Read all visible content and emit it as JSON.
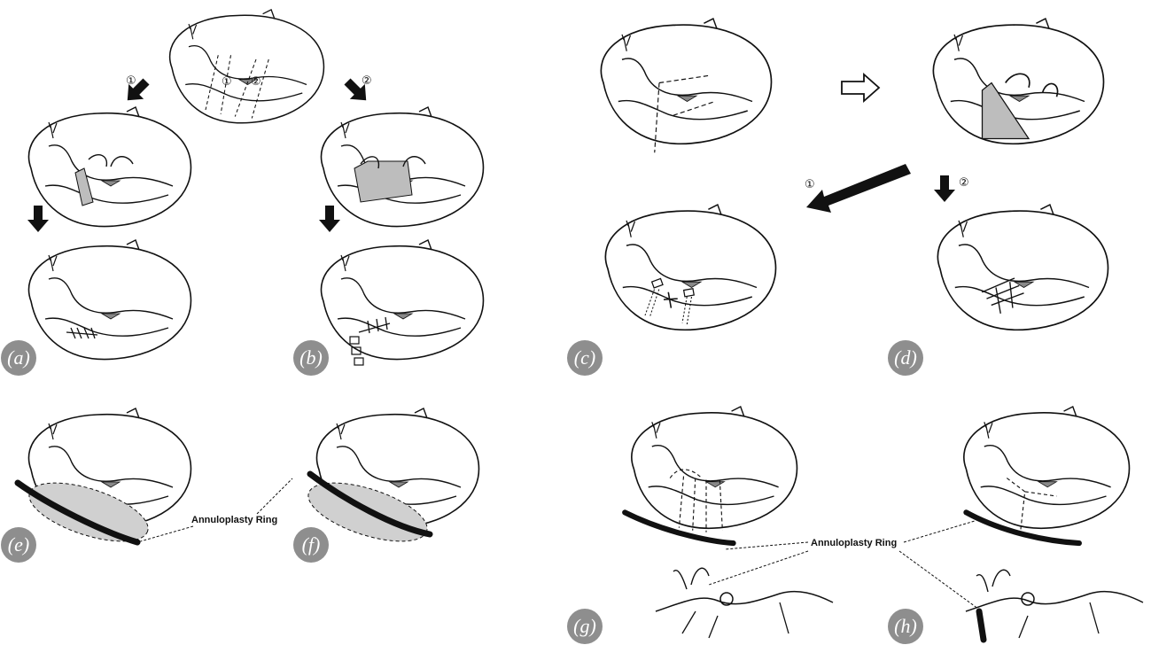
{
  "figure": {
    "step_marks": {
      "one": "①",
      "two": "②"
    },
    "panel_labels": [
      "(a)",
      "(b)",
      "(c)",
      "(d)",
      "(e)",
      "(f)",
      "(g)",
      "(h)"
    ],
    "annotation": "Annuloplasty Ring",
    "colors": {
      "line": "#111111",
      "badge_fill": "#8e8e8e",
      "shade": "#bdbdbd",
      "ellipse": "#d0d0d0",
      "background": "#ffffff"
    }
  }
}
